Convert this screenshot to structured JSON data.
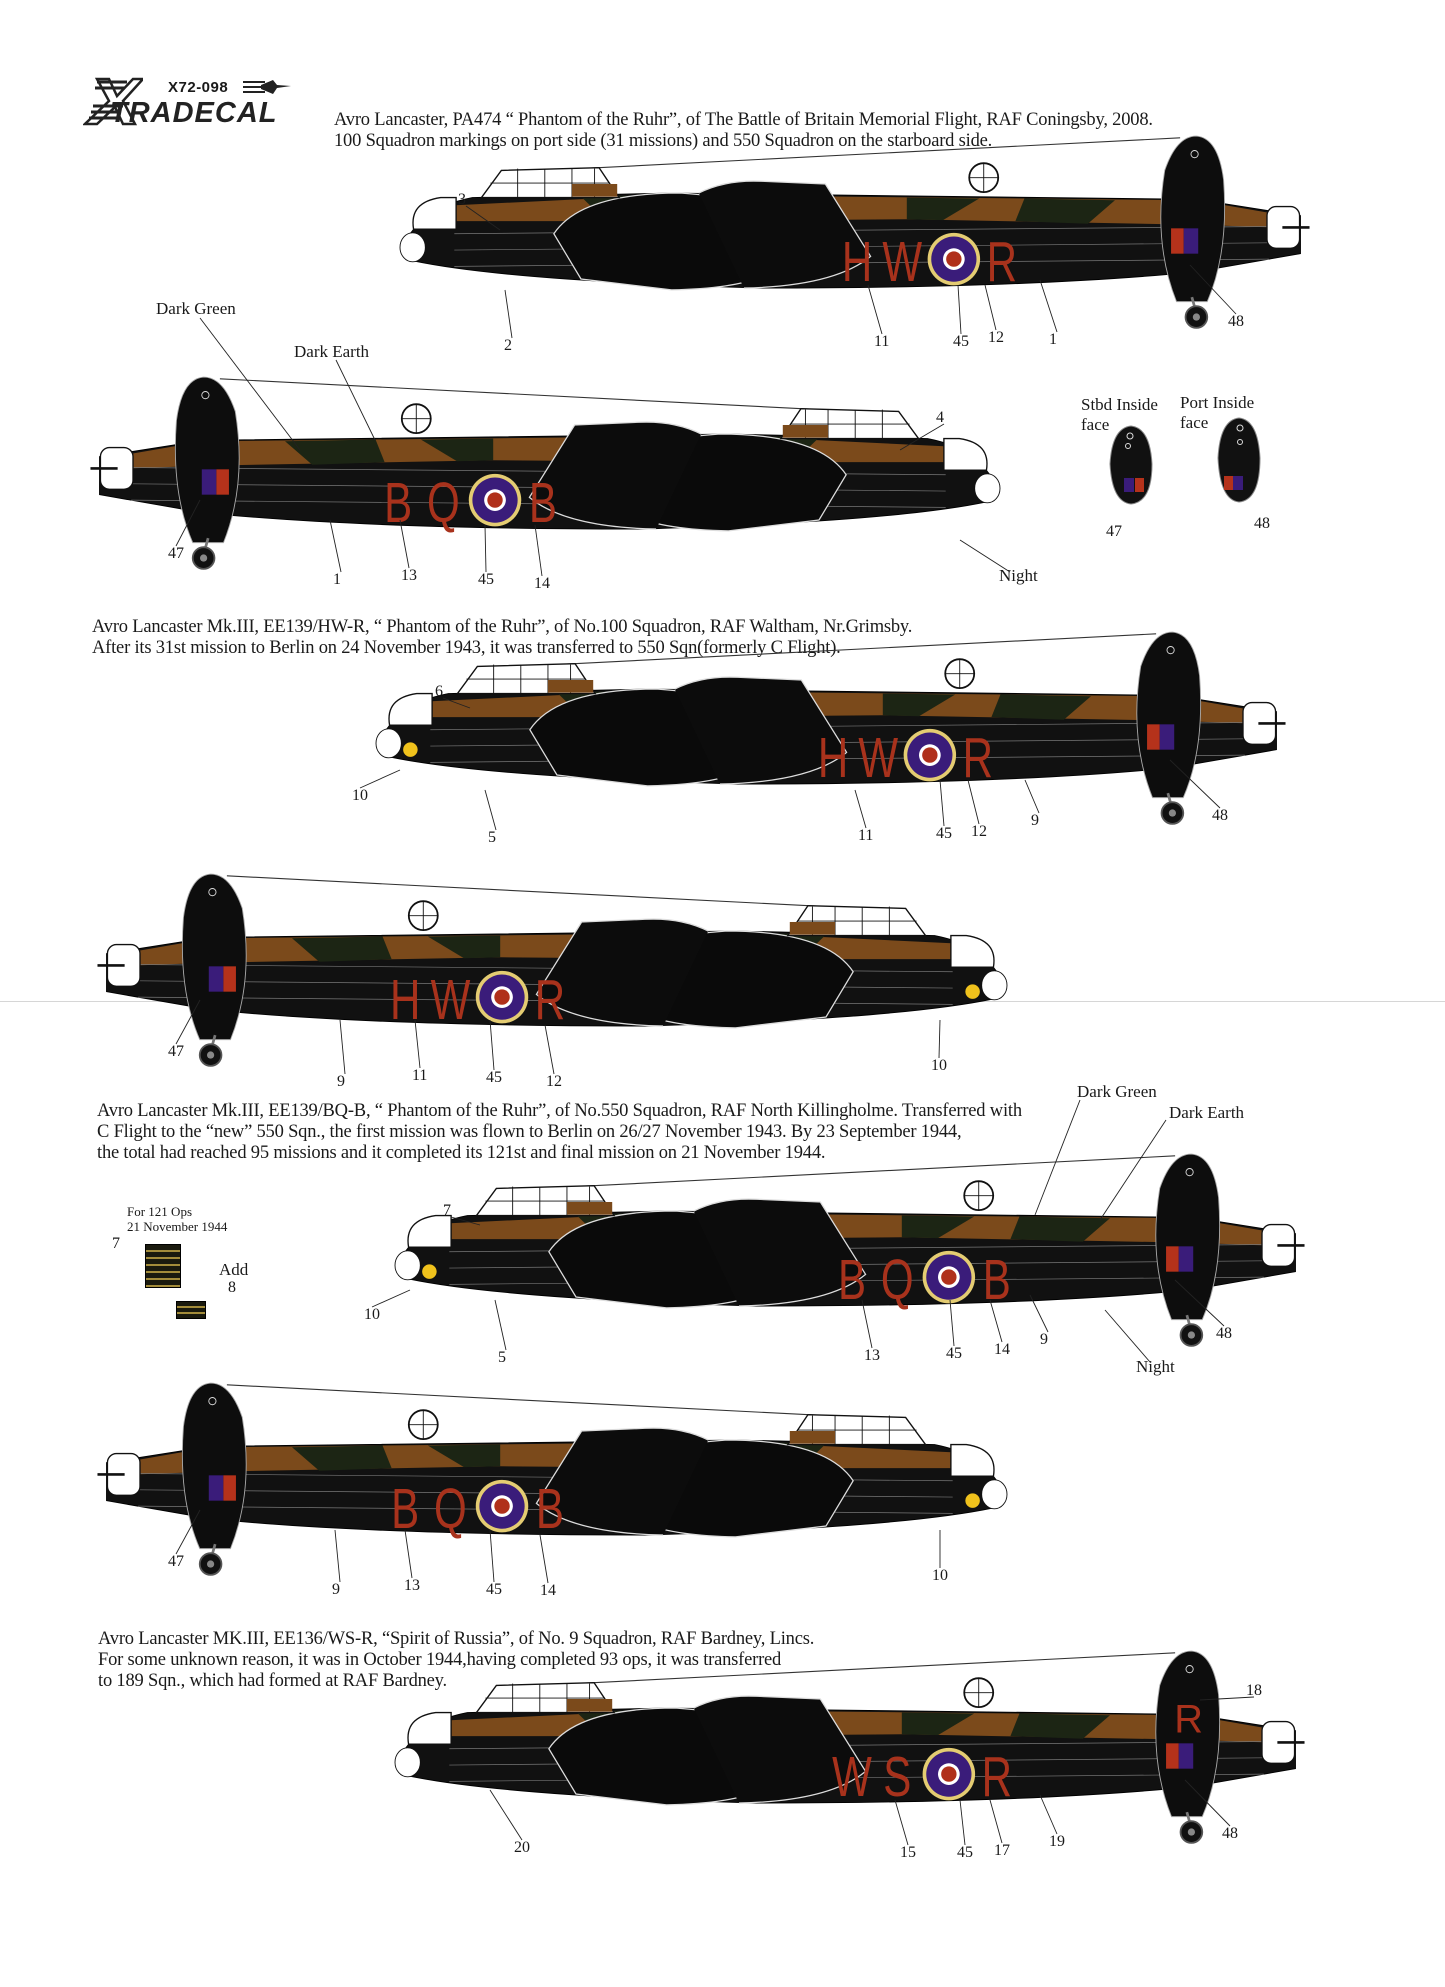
{
  "logo": {
    "code": "X72-098",
    "name": "TRADECAL",
    "brand": "XTRADECAL"
  },
  "colors": {
    "black": "#111111",
    "dark_earth": "#7b4a1b",
    "dark_green": "#1c2514",
    "code_red": "#a8321c",
    "roundel_blue": "#3a1c7a",
    "roundel_yellow": "#e4cc72",
    "roundel_red": "#b0301a",
    "gas_yellow": "#f0c21c"
  },
  "captions": [
    {
      "lines": [
        "Avro Lancaster, PA474 “ Phantom of the Ruhr”, of The Battle of Britain Memorial Flight, RAF Coningsby, 2008.",
        "100 Squadron markings on port side (31 missions) and 550 Squadron on the starboard side."
      ]
    },
    {
      "lines": [
        "Avro Lancaster Mk.III, EE139/HW-R, “ Phantom of the Ruhr”, of No.100 Squadron, RAF Waltham, Nr.Grimsby.",
        "After its 31st mission to Berlin on 24 November 1943, it was transferred to 550 Sqn(formerly C Flight)."
      ]
    },
    {
      "lines": [
        "Avro Lancaster Mk.III, EE139/BQ-B, “ Phantom of the Ruhr”, of No.550 Squadron, RAF North Killingholme. Transferred with",
        "C Flight to the “new” 550 Sqn., the first mission was flown to Berlin on 26/27 November 1943. By 23 September 1944,",
        "the total had reached 95 missions and it completed its 121st and final mission on 21 November 1944."
      ]
    },
    {
      "lines": [
        "Avro Lancaster MK.III, EE136/WS-R, “Spirit of Russia”, of No. 9 Squadron, RAF Bardney, Lincs.",
        "For some unknown reason, it was in October 1944,having completed 93 ops, it was transferred",
        "to 189 Sqn., which had formed at RAF Bardney."
      ]
    }
  ],
  "profiles": [
    {
      "codes": [
        "H",
        "W",
        "R"
      ],
      "callouts": [
        "3",
        "2",
        "11",
        "45",
        "12",
        "1",
        "48"
      ]
    },
    {
      "codes": [
        "B",
        "Q",
        "B"
      ],
      "callouts": [
        "4",
        "47",
        "1",
        "13",
        "45",
        "14"
      ]
    },
    {
      "codes": [
        "H",
        "W",
        "R"
      ],
      "callouts": [
        "6",
        "10",
        "5",
        "11",
        "45",
        "12",
        "9",
        "48"
      ]
    },
    {
      "codes": [
        "H",
        "W",
        "R"
      ],
      "callouts": [
        "47",
        "9",
        "11",
        "45",
        "12",
        "10"
      ]
    },
    {
      "codes": [
        "B",
        "Q",
        "B"
      ],
      "callouts": [
        "7",
        "10",
        "5",
        "13",
        "45",
        "14",
        "9",
        "48"
      ]
    },
    {
      "codes": [
        "B",
        "Q",
        "B"
      ],
      "callouts": [
        "47",
        "9",
        "13",
        "45",
        "14",
        "10"
      ]
    },
    {
      "codes": [
        "W",
        "S",
        "R"
      ],
      "fin_code": "R",
      "callouts": [
        "18",
        "20",
        "15",
        "45",
        "17",
        "19",
        "48"
      ]
    }
  ],
  "color_labels": {
    "top_dark_green": "Dark Green",
    "top_dark_earth": "Dark Earth",
    "top_night": "Night",
    "mid_dark_green": "Dark Green",
    "mid_dark_earth": "Dark Earth",
    "mid_night": "Night"
  },
  "fins": {
    "stbd_label_1": "Stbd Inside",
    "stbd_label_2": "face",
    "stbd_num": "47",
    "port_label_1": "Port Inside",
    "port_label_2": "face",
    "port_num": "48"
  },
  "ops_note": {
    "line1": "For 121 Ops",
    "line2": "21 November 1944",
    "decal7": "7",
    "add": "Add",
    "decal8": "8"
  }
}
